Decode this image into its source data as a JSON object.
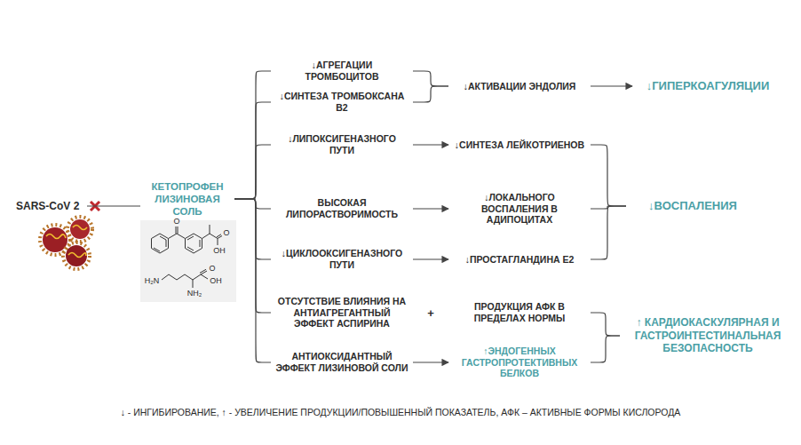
{
  "diagram": {
    "nodes": [
      {
        "text": [
          "SARS-CoV 2"
        ]
      },
      {
        "text": [
          "КЕТОПРОФЕН ЛИЗИНОВАЯ СОЛЬ"
        ]
      },
      {
        "text": [
          "↓АГРЕГАЦИИ ТРОМБОЦИТОВ"
        ]
      },
      {
        "text": [
          "↓СИНТЕЗА ТРОМБОКСАНА В2"
        ]
      },
      {
        "text": [
          "↓ЛИПОКСИГЕНАЗНОГО ПУТИ"
        ]
      },
      {
        "text": [
          "ВЫСОКАЯ ЛИПОРАСТВОРИМОСТЬ"
        ]
      },
      {
        "text": [
          "↓ЦИКЛООКСИГЕНАЗНОГО ПУТИ"
        ]
      },
      {
        "text": [
          "ОТСУТСТВИЕ ВЛИЯНИЯ НА АНТИАГРЕГАНТНЫЙ ЭФФЕКТ АСПИРИНА"
        ]
      },
      {
        "text": [
          "АНТИОКСИДАНТНЫЙ ЭФФЕКТ ЛИЗИНОВОЙ СОЛИ"
        ]
      },
      {
        "text": [
          "↓АКТИВАЦИИ ЭНДОЛИЯ"
        ]
      },
      {
        "text": [
          "↓ГИПЕРКОАГУЛЯЦИИ"
        ]
      },
      {
        "text": [
          "↓СИНТЕЗА ЛЕЙКОТРИЕНОВ"
        ]
      },
      {
        "text": [
          "↓ЛОКАЛЬНОГО ВОСПАЛЕНИЯ В АДИПОЦИТАХ"
        ]
      },
      {
        "text": [
          "↓ПРОСТАГЛАНДИНА Е2"
        ]
      },
      {
        "text": [
          "↓ВОСПАЛЕНИЯ"
        ]
      },
      {
        "text": [
          "ПРОДУКЦИЯ АФК В ПРЕДЕЛАХ НОРМЫ"
        ]
      },
      {
        "text": [
          "↑ЭНДОГЕННЫХ ГАСТРОПРОТЕКТИВНЫХ БЕЛКОВ"
        ]
      },
      {
        "text": [
          "↑ КАРДИОКАСКУЛЯРНАЯ И ГАСТРОИНТЕСТИНАЛЬНАЯ БЕЗОПАСНОСТЬ"
        ]
      }
    ],
    "edges": [
      {
        "from": 0,
        "to": 1,
        "arrow": "none"
      },
      {
        "from": 1,
        "to": 2,
        "arrow": "none"
      },
      {
        "from": 1,
        "to": 3,
        "arrow": "none"
      },
      {
        "from": 1,
        "to": 4,
        "arrow": "none"
      },
      {
        "from": 1,
        "to": 5,
        "arrow": "none"
      },
      {
        "from": 1,
        "to": 6,
        "arrow": "none"
      },
      {
        "from": 1,
        "to": 7,
        "arrow": "none"
      },
      {
        "from": 1,
        "to": 8,
        "arrow": "none"
      },
      {
        "from": 2,
        "to": 9,
        "arrow": "none"
      },
      {
        "from": 3,
        "to": 9,
        "arrow": "none"
      },
      {
        "from": 9,
        "to": 10,
        "arrow": "to"
      },
      {
        "from": 4,
        "to": 11,
        "arrow": "to"
      },
      {
        "from": 5,
        "to": 12,
        "arrow": "to"
      },
      {
        "from": 6,
        "to": 13,
        "arrow": "to"
      },
      {
        "from": 11,
        "to": 14,
        "arrow": "none"
      },
      {
        "from": 12,
        "to": 14,
        "arrow": "none"
      },
      {
        "from": 13,
        "to": 14,
        "arrow": "none"
      },
      {
        "from": 8,
        "to": 16,
        "arrow": "to"
      },
      {
        "from": 15,
        "to": 17,
        "arrow": "none"
      },
      {
        "from": 16,
        "to": 17,
        "arrow": "none"
      }
    ],
    "labels": [
      "+",
      "↓ - ИНГИБИРОВАНИЕ, ↑ - УВЕЛИЧЕНИЕ ПРОДУКЦИИ/ПОВЫШЕННЫЙ ПОКАЗАТЕЛЬ, АФК – АКТИВНЫЕ ФОРМЫ КИСЛОРОДА",
      "O",
      "O",
      "OH",
      "H₂N",
      "O",
      "OH",
      "NH₂"
    ]
  }
}
